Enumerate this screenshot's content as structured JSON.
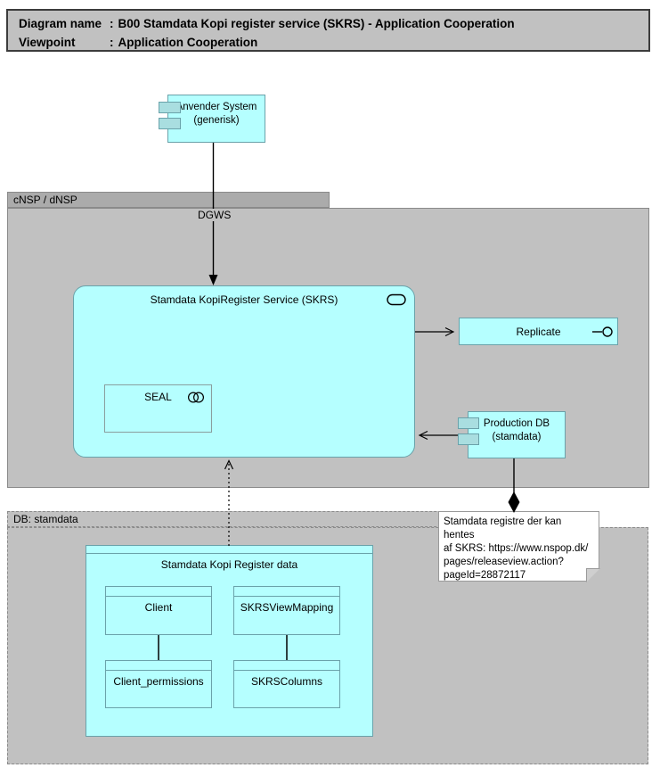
{
  "diagram_title": {
    "label1": "Diagram name",
    "sep": ":",
    "value1": "B00 Stamdata Kopi register service (SKRS) - Application Cooperation",
    "label2": "Viewpoint",
    "value2": "Application Cooperation"
  },
  "containers": {
    "cnsp": {
      "label": "cNSP / dNSP"
    },
    "db_stamdata": {
      "label": "DB: stamdata"
    }
  },
  "nodes": {
    "anvender_system": {
      "label": "Anvender System\n(generisk)",
      "type": "application-component"
    },
    "skrs_service": {
      "label": "Stamdata KopiRegister Service (SKRS)",
      "type": "application-service"
    },
    "seal": {
      "label": "SEAL",
      "type": "application-collaboration"
    },
    "replicate": {
      "label": "Replicate",
      "type": "application-interface"
    },
    "production_db": {
      "label": "Production DB\n(stamdata)",
      "type": "application-component"
    },
    "stamdata_kopi_register_data": {
      "label": "Stamdata Kopi Register data",
      "type": "data-object"
    },
    "client": {
      "label": "Client"
    },
    "skrs_view_mapping": {
      "label": "SKRSViewMapping"
    },
    "client_permissions": {
      "label": "Client_permissions"
    },
    "skrs_columns": {
      "label": "SKRSColumns"
    }
  },
  "note": {
    "text": "Stamdata registre der kan hentes\naf SKRS: https://www.nspop.dk/\npages/releaseview.action?\npageId=28872117"
  },
  "connections": [
    {
      "from": "anvender_system",
      "to": "skrs_service",
      "label": "DGWS",
      "line": "solid",
      "arrow": "filled-triangle"
    },
    {
      "from": "skrs_service",
      "to": "replicate",
      "label": "",
      "line": "solid",
      "arrow": "open"
    },
    {
      "from": "production_db",
      "to": "skrs_service",
      "label": "",
      "line": "solid",
      "arrow": "open"
    },
    {
      "from": "production_db",
      "to": "note",
      "label": "",
      "line": "solid",
      "arrow": "filled-diamond"
    },
    {
      "from": "stamdata_kopi_register_data",
      "to": "skrs_service",
      "label": "",
      "line": "dotted",
      "arrow": "open"
    },
    {
      "from": "client",
      "to": "client_permissions",
      "label": "",
      "line": "solid",
      "arrow": "none"
    },
    {
      "from": "skrs_view_mapping",
      "to": "skrs_columns",
      "label": "",
      "line": "solid",
      "arrow": "none"
    }
  ],
  "colors": {
    "node_fill": "#b5ffff",
    "node_border": "#6aa2aa",
    "component_tab_fill": "#a9dee0",
    "container_fill": "#c1c1c1",
    "container_tab_fill": "#ababab",
    "container_border": "#8a8a8a",
    "title_fill": "#c1c1c1",
    "title_border": "#3c3c3c",
    "note_fill": "#ffffff",
    "connector_color": "#000000"
  }
}
